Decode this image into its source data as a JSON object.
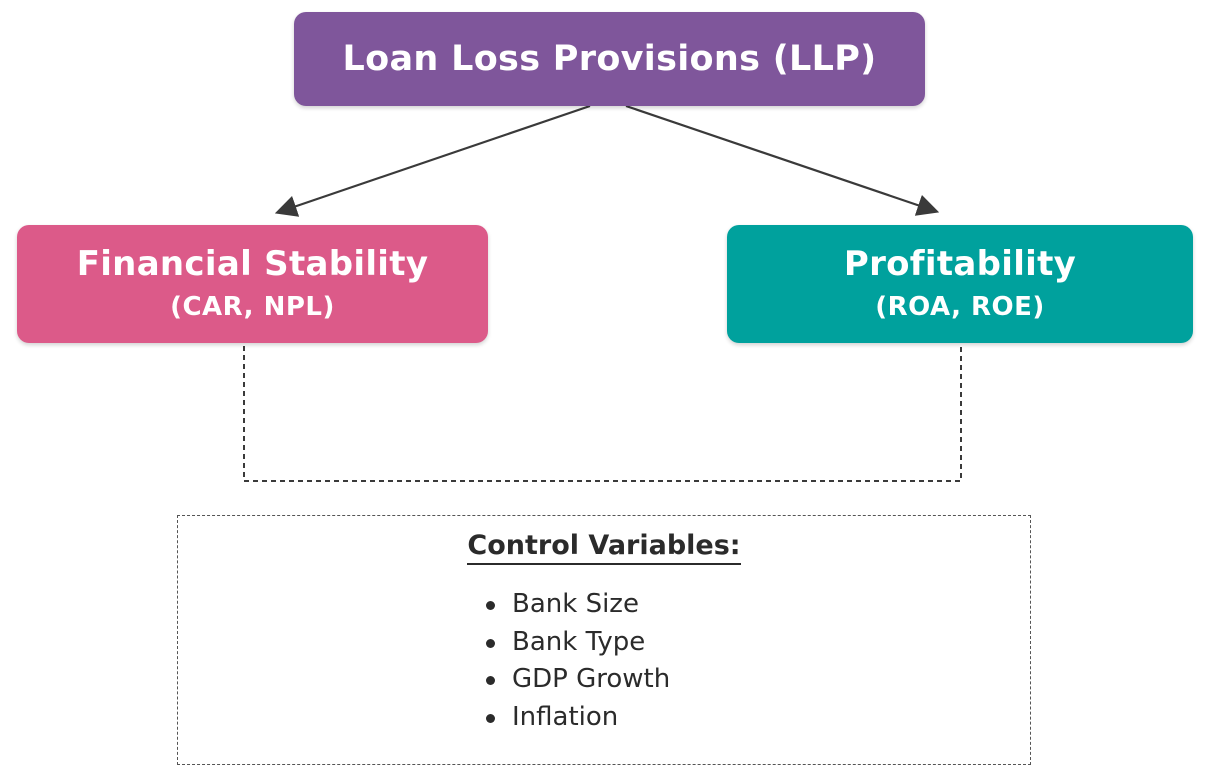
{
  "nodes": {
    "llp": {
      "title": "Loan Loss Provisions (LLP)",
      "color": "#7f569b"
    },
    "financial_stability": {
      "title": "Financial Stability",
      "subtitle": "(CAR, NPL)",
      "color": "#dc5a89"
    },
    "profitability": {
      "title": "Profitability",
      "subtitle": "(ROA, ROE)",
      "color": "#00a19d"
    }
  },
  "edges": [
    {
      "from": "llp",
      "to": "financial_stability",
      "style": "solid-arrow"
    },
    {
      "from": "llp",
      "to": "profitability",
      "style": "solid-arrow"
    },
    {
      "from": "financial_stability",
      "to": "profitability",
      "style": "dashed"
    }
  ],
  "controls": {
    "title": "Control Variables:",
    "items": [
      "Bank Size",
      "Bank Type",
      "GDP Growth",
      "Inflation"
    ]
  }
}
